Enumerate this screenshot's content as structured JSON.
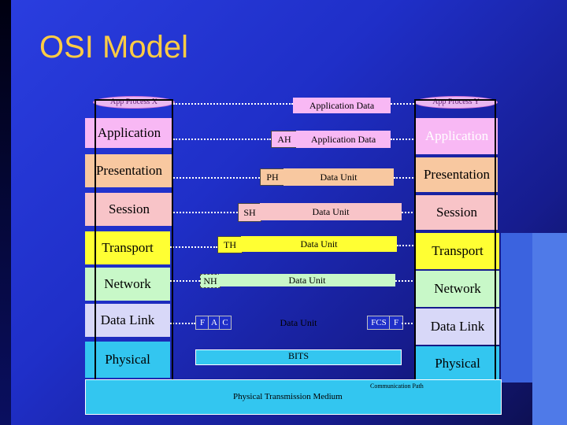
{
  "slide": {
    "title": "OSI Model",
    "colors": {
      "title": "#ffcc44",
      "background": "#1f2fc8",
      "application": "#f8b8f4",
      "presentation": "#f8c8a0",
      "session": "#f8c4c8",
      "transport": "#ffff33",
      "network": "#c8f8c8",
      "datalink": "#d8d8f8",
      "physical": "#33c6f0"
    }
  },
  "processes": {
    "left": "App Process X",
    "right": "App Process Y",
    "top_data": "Application Data"
  },
  "left_stack": [
    "Application",
    "Presentation",
    "Session",
    "Transport",
    "Network",
    "Data Link",
    "Physical"
  ],
  "right_stack": [
    "Application",
    "Presentation",
    "Session",
    "Transport",
    "Network",
    "Data Link",
    "Physical"
  ],
  "headers": {
    "ah": "AH",
    "ph": "PH",
    "sh": "SH",
    "th": "TH",
    "nh": "NH",
    "datalink_fields": [
      "F",
      "A",
      "C"
    ],
    "fcs": "FCS",
    "trailer_f": "F"
  },
  "data_labels": {
    "application": "Application Data",
    "presentation": "Data Unit",
    "session": "Data Unit",
    "transport": "Data Unit",
    "network": "Data Unit",
    "datalink": "Data Unit",
    "physical": "BITS"
  },
  "medium": {
    "label": "Physical Transmission Medium",
    "path": "Communication Path"
  }
}
